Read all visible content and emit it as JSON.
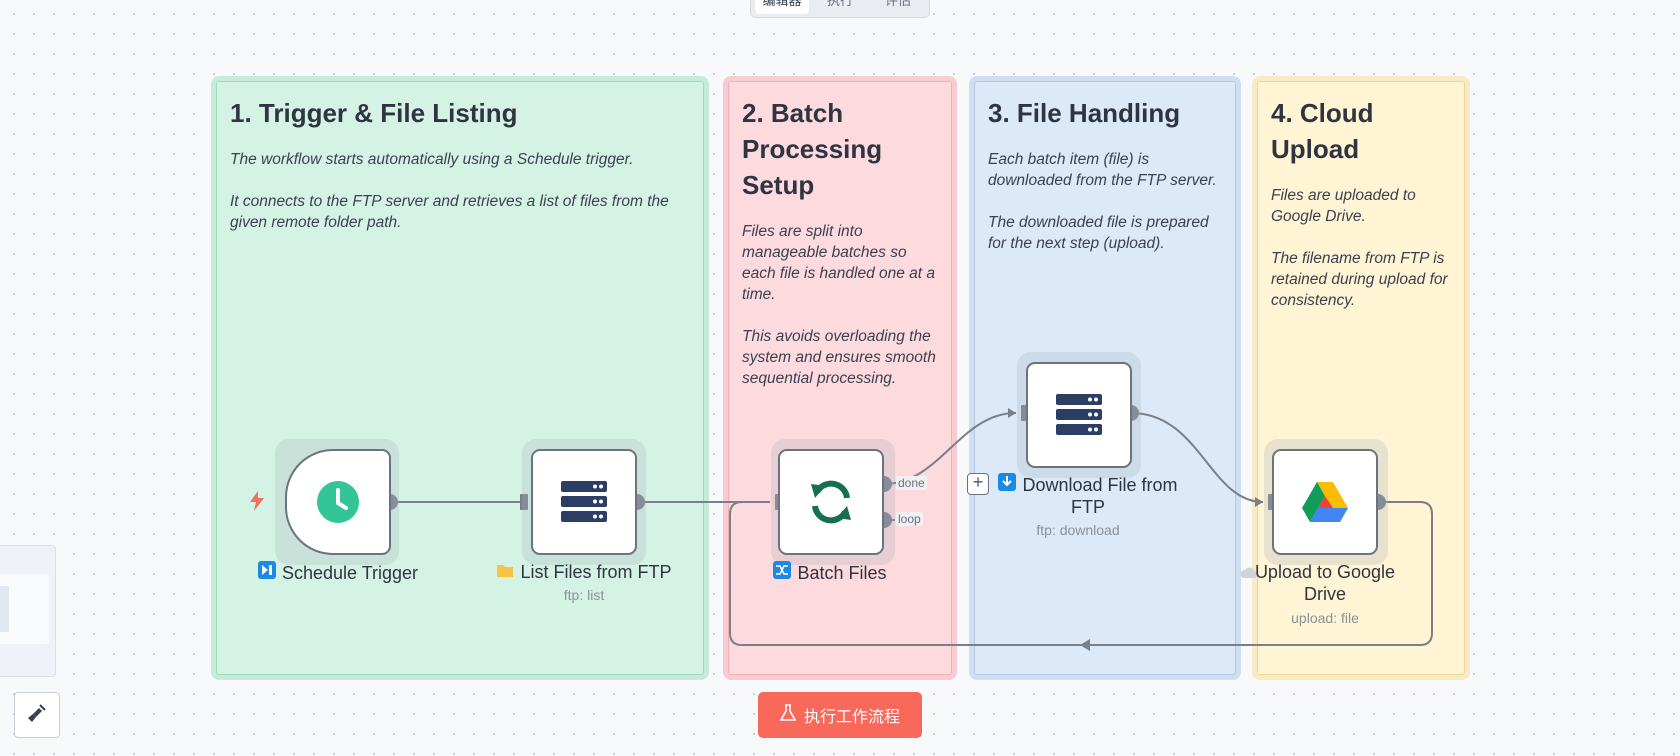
{
  "top_tabs": [
    "编辑器",
    "执行",
    "评估"
  ],
  "colors": {
    "wire": "#7a7f88",
    "trigger_clock": "#34c597",
    "server_icon": "#2c3e63",
    "batch_icon": "#176f51",
    "run_button": "#f8695b"
  },
  "stickies": [
    {
      "title": "1. Trigger & File Listing",
      "lines": [
        "The workflow starts automatically using a Schedule trigger.",
        "It connects to the FTP server and retrieves a list of files from the given remote folder path."
      ]
    },
    {
      "title": "2. Batch Processing Setup",
      "lines": [
        "Files are split into manageable batches so each file is handled one at a time.",
        "This avoids overloading the system and ensures smooth sequential processing."
      ]
    },
    {
      "title": "3. File Handling",
      "lines": [
        "Each batch item (file) is downloaded from the FTP server.",
        "The downloaded file is prepared for the next step (upload)."
      ]
    },
    {
      "title": "4. Cloud Upload",
      "lines": [
        "Files are uploaded to Google Drive.",
        "The filename from FTP is retained during upload for consistency."
      ]
    }
  ],
  "nodes": {
    "schedule": {
      "label": "Schedule Trigger",
      "icon": "clock-icon"
    },
    "list_files": {
      "label": "List Files from FTP",
      "subtitle": "ftp: list",
      "icon": "server-icon"
    },
    "batch": {
      "label": "Batch Files",
      "icon": "refresh-icon"
    },
    "download": {
      "label_line1": "Download File from",
      "label_line2": "FTP",
      "subtitle": "ftp: download",
      "icon": "server-icon"
    },
    "upload": {
      "label_line1": "Upload to Google",
      "label_line2": "Drive",
      "subtitle": "upload: file",
      "icon": "google-drive-icon"
    }
  },
  "ports": {
    "done": "done",
    "loop": "loop"
  },
  "plus": "+",
  "run_button": {
    "label": "执行工作流程"
  }
}
